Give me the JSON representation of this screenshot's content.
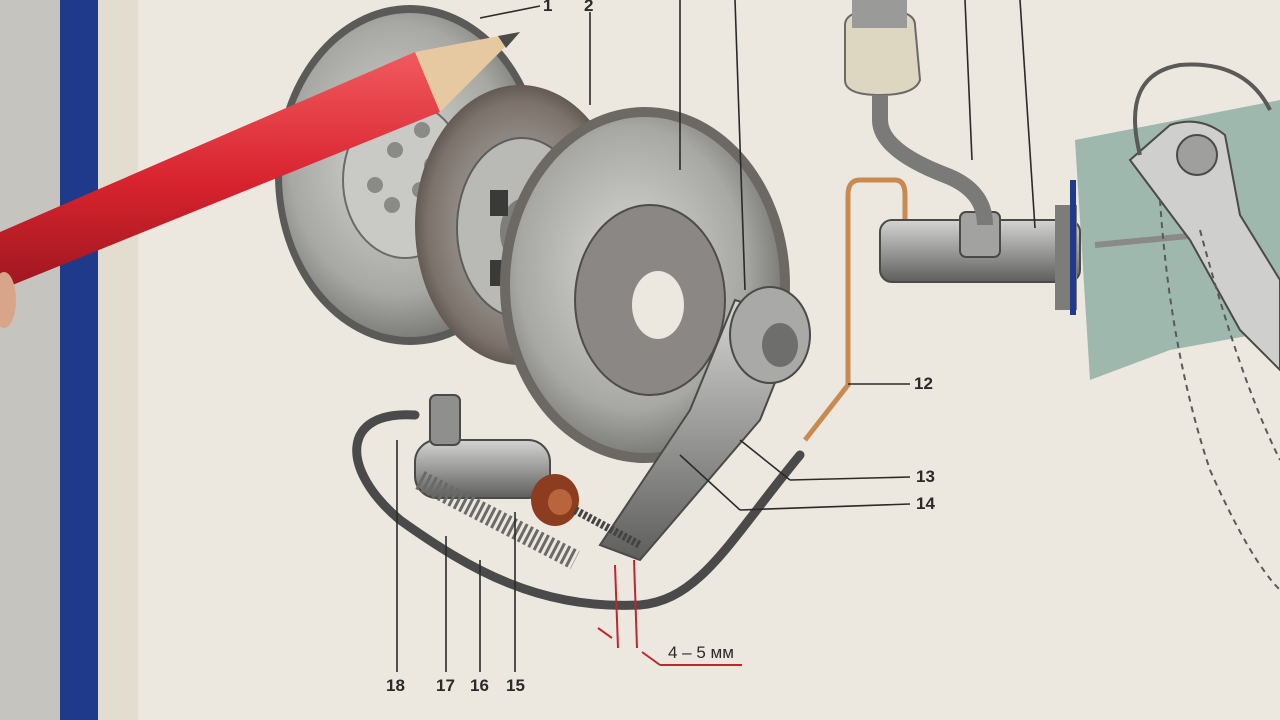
{
  "diagram": {
    "callouts": [
      "1",
      "2",
      "12",
      "13",
      "14",
      "15",
      "16",
      "17",
      "18"
    ],
    "dimension": "4 – 5 мм"
  },
  "colors": {
    "page": "#ece8df",
    "ink": "#2a2a2a",
    "pencil": "#d8232e",
    "copper_pipe": "#c98a52",
    "dimension_line": "#c0262e",
    "binder_blue": "#1f3a8a",
    "teal_panel": "#9fb8ad"
  }
}
